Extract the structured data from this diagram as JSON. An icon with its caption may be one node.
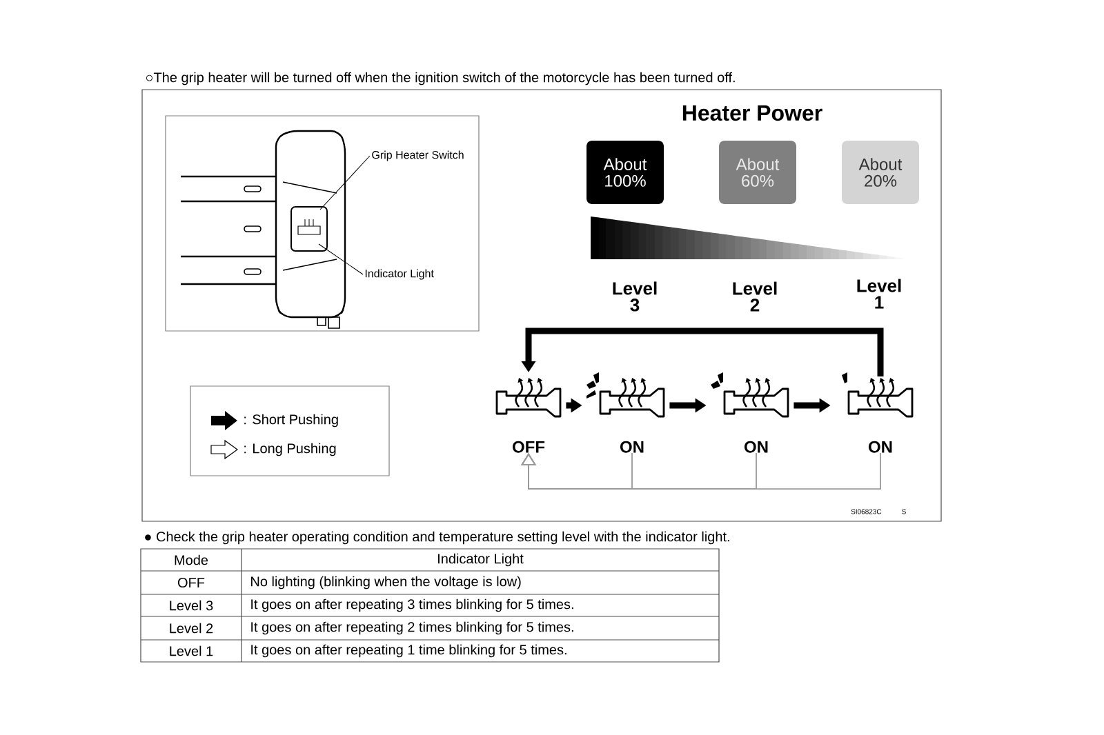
{
  "diagram": {
    "nodes": [
      {
        "text": [
          "Grip Heater Switch"
        ]
      },
      {
        "text": [
          "Indicator Light"
        ]
      },
      {
        "text": [
          "About 100%"
        ]
      },
      {
        "text": [
          "About 60%"
        ]
      },
      {
        "text": [
          "About 20%"
        ]
      },
      {
        "text": [
          "OFF"
        ]
      },
      {
        "text": [
          "ON"
        ]
      },
      {
        "text": [
          "ON"
        ]
      },
      {
        "text": [
          "ON"
        ]
      }
    ],
    "edges": [
      {
        "from": 0,
        "to": null,
        "arrow": "none"
      },
      {
        "from": 1,
        "to": null,
        "arrow": "none"
      },
      {
        "from": 8,
        "to": 5,
        "arrow": "to",
        "style": "thick"
      },
      {
        "from": 5,
        "to": 6,
        "arrow": "to",
        "style": "thick"
      },
      {
        "from": 6,
        "to": 7,
        "arrow": "to",
        "style": "thick"
      },
      {
        "from": 7,
        "to": 8,
        "arrow": "to",
        "style": "thick"
      },
      {
        "from": 6,
        "to": 5,
        "arrow": "to",
        "color": "#999999"
      },
      {
        "from": 7,
        "to": 5,
        "arrow": "to",
        "color": "#999999"
      },
      {
        "from": 8,
        "to": 5,
        "arrow": "to",
        "color": "#999999"
      }
    ],
    "labels": [
      "○The grip heater will be turned off when the ignition switch of the motorcycle has been turned off.",
      "Heater Power",
      "Level 3",
      "Level 2",
      "Level 1",
      "SI06823C",
      "S",
      "● Check the grip heater operating condition and temperature setting level with the indicator light.",
      "Mode",
      "Indicator Light",
      "OFF",
      "No lighting (blinking when the voltage is low)",
      "Level 3",
      "It goes on after repeating 3 times blinking for 5 times.",
      "Level 2",
      "It goes on after repeating 2 times blinking for 5 times.",
      "Level 1",
      "It goes on after repeating 1 time blinking for 5 times."
    ],
    "legend": [
      {
        "text": ": Short Pushing"
      },
      {
        "text": ": Long Pushing"
      }
    ]
  }
}
